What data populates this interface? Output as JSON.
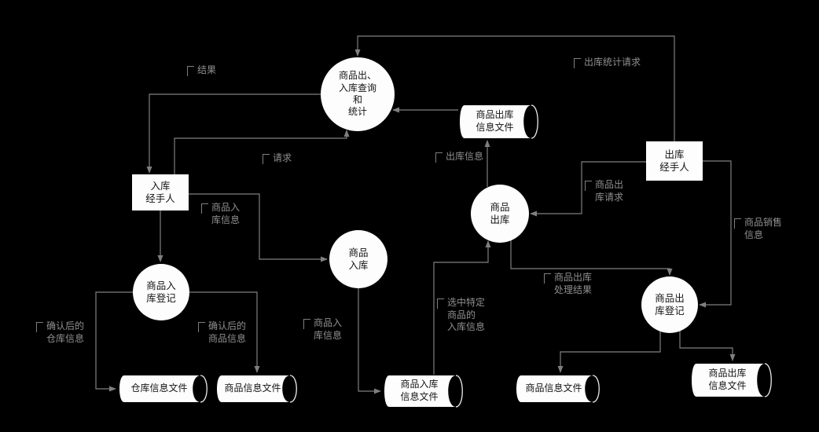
{
  "canvas": {
    "background": "#000000",
    "line_color": "#7f7f7f",
    "label_color": "#8f8f8f",
    "node_fill": "#fdfdfd",
    "node_text_color": "#141414"
  },
  "nodes": {
    "query_stats": {
      "type": "process",
      "label": "商品出、\n入库查询\n和\n统计"
    },
    "in_handler": {
      "type": "external-entity",
      "label": "入库\n经手人"
    },
    "in_register": {
      "type": "process",
      "label": "商品入\n库登记"
    },
    "goods_in": {
      "type": "process",
      "label": "商品\n入库"
    },
    "goods_out": {
      "type": "process",
      "label": "商品\n出库"
    },
    "out_handler": {
      "type": "external-entity",
      "label": "出库\n经手人"
    },
    "out_register": {
      "type": "process",
      "label": "商品出\n库登记"
    }
  },
  "stores": {
    "out_info_top": {
      "label": "商品出库\n信息文件"
    },
    "warehouse_info": {
      "label": "仓库信息文件"
    },
    "goods_info_left": {
      "label": "商品信息文件"
    },
    "in_info": {
      "label": "商品入库\n信息文件"
    },
    "goods_info_right": {
      "label": "商品信息文件"
    },
    "out_info_bottom": {
      "label": "商品出库\n信息文件"
    }
  },
  "flow_labels": {
    "result": "结果",
    "out_stats_request": "出库统计请求",
    "request": "请求",
    "out_info": "出库信息",
    "goods_in_info_from_handler": "商品入\n库信息",
    "goods_out_request": "商品出\n库请求",
    "goods_sales_info": "商品销售\n信息",
    "goods_out_result": "商品出库\n处理结果",
    "confirmed_warehouse_info": "确认后的\n仓库信息",
    "confirmed_goods_info": "确认后的\n商品信息",
    "goods_in_info_to_file": "商品入\n库信息",
    "selected_goods_in_info": "选中特定\n商品的\n入库信息"
  }
}
